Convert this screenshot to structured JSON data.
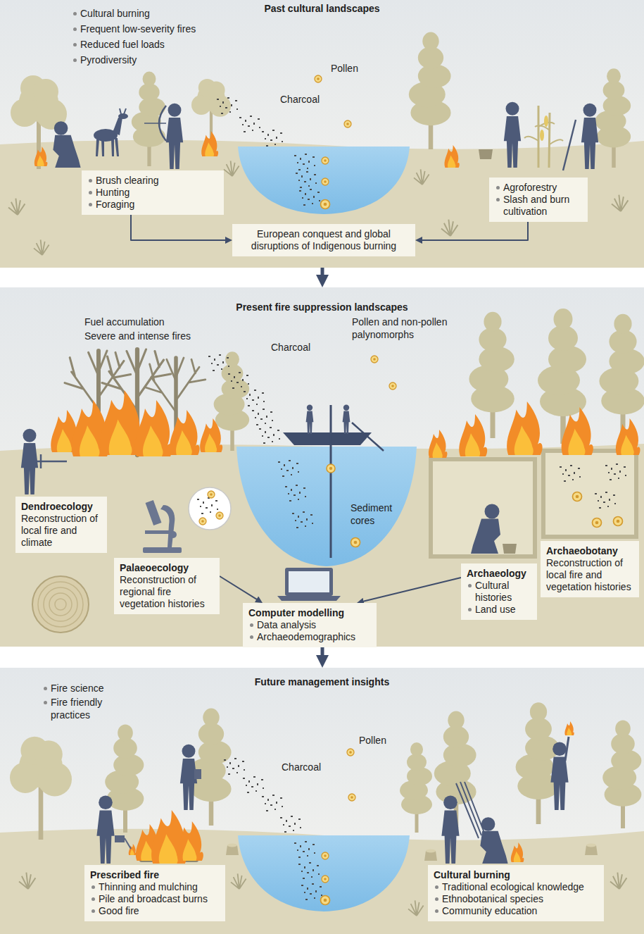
{
  "diagram": {
    "nodes": [
      {
        "text": [
          "Past cultural landscapes"
        ]
      },
      {
        "text": [
          "Brush clearing",
          "Hunting",
          "Foraging"
        ],
        "in": 0
      },
      {
        "text": [
          "Agroforestry",
          "Slash and burn cultivation"
        ],
        "in": 0
      },
      {
        "text": [
          "European conquest and global disruptions of Indigenous burning"
        ],
        "in": 0
      },
      {
        "text": [
          "Present fire suppression landscapes"
        ]
      },
      {
        "text": [
          "Dendroecology",
          "Reconstruction of local fire and climate"
        ],
        "in": 4
      },
      {
        "text": [
          "Palaeoecology",
          "Reconstruction of regional fire vegetation histories"
        ],
        "in": 4
      },
      {
        "text": [
          "Computer modelling",
          "Data analysis",
          "Archaeodemographics"
        ],
        "in": 4
      },
      {
        "text": [
          "Archaeology",
          "Cultural histories",
          "Land use"
        ],
        "in": 4
      },
      {
        "text": [
          "Archaeobotany",
          "Reconstruction of local fire and vegetation histories"
        ],
        "in": 4
      },
      {
        "text": [
          "Future management insights"
        ]
      },
      {
        "text": [
          "Prescribed fire",
          "Thinning and mulching",
          "Pile and broadcast burns",
          "Good fire"
        ],
        "in": 10
      },
      {
        "text": [
          "Cultural burning",
          "Traditional ecological knowledge",
          "Ethnobotanical species",
          "Community education"
        ],
        "in": 10
      }
    ],
    "edges": [
      {
        "from": 1,
        "to": 3,
        "arrow": "to"
      },
      {
        "from": 2,
        "to": 3,
        "arrow": "to"
      },
      {
        "from": 0,
        "to": 4,
        "arrow": "to"
      },
      {
        "from": 4,
        "to": 10,
        "arrow": "to"
      },
      {
        "from": 6,
        "to": 7,
        "arrow": "to"
      },
      {
        "from": 8,
        "to": 7,
        "arrow": "to"
      }
    ],
    "labels": [
      "Cultural burning",
      "Frequent low-severity fires",
      "Reduced fuel loads",
      "Pyrodiversity",
      "Pollen",
      "Charcoal",
      "Fuel accumulation",
      "Severe and intense fires",
      "Charcoal",
      "Pollen and non-pollen palynomorphs",
      "Sediment cores",
      "Fire science",
      "Fire friendly practices",
      "Pollen",
      "Charcoal"
    ]
  }
}
